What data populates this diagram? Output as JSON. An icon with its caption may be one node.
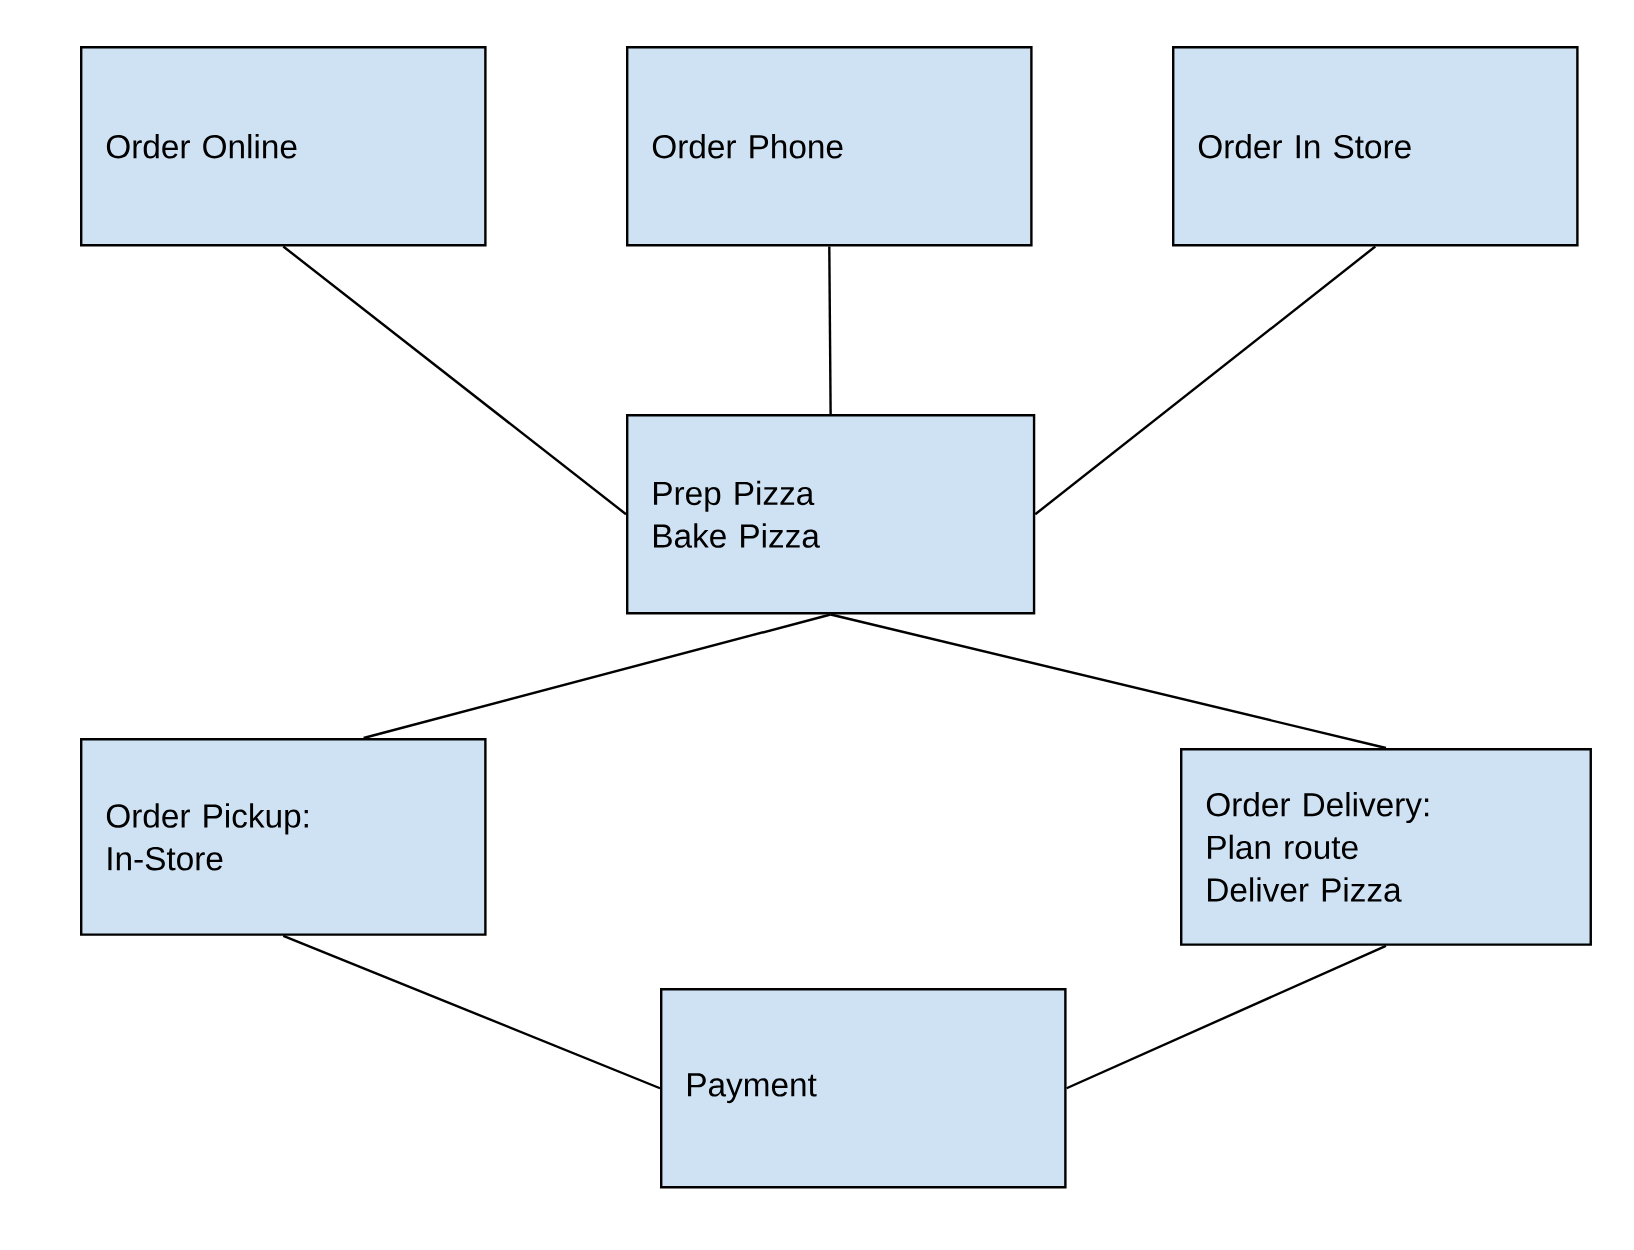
{
  "diagram": {
    "nodes": [
      {
        "text": [
          "Order Online"
        ]
      },
      {
        "text": [
          "Order Phone"
        ]
      },
      {
        "text": [
          "Order In Store"
        ]
      },
      {
        "text": [
          "Prep Pizza",
          "Bake Pizza"
        ]
      },
      {
        "text": [
          "Order Pickup:",
          "In-Store"
        ]
      },
      {
        "text": [
          "Order Delivery:",
          "Plan route",
          "Deliver Pizza"
        ]
      },
      {
        "text": [
          "Payment"
        ]
      }
    ],
    "edges": [
      {
        "from": 0,
        "to": 3,
        "arrow": "none"
      },
      {
        "from": 1,
        "to": 3,
        "arrow": "none"
      },
      {
        "from": 2,
        "to": 3,
        "arrow": "none"
      },
      {
        "from": 3,
        "to": 4,
        "arrow": "none"
      },
      {
        "from": 3,
        "to": 5,
        "arrow": "none"
      },
      {
        "from": 4,
        "to": 6,
        "arrow": "none"
      },
      {
        "from": 5,
        "to": 6,
        "arrow": "none"
      }
    ]
  }
}
